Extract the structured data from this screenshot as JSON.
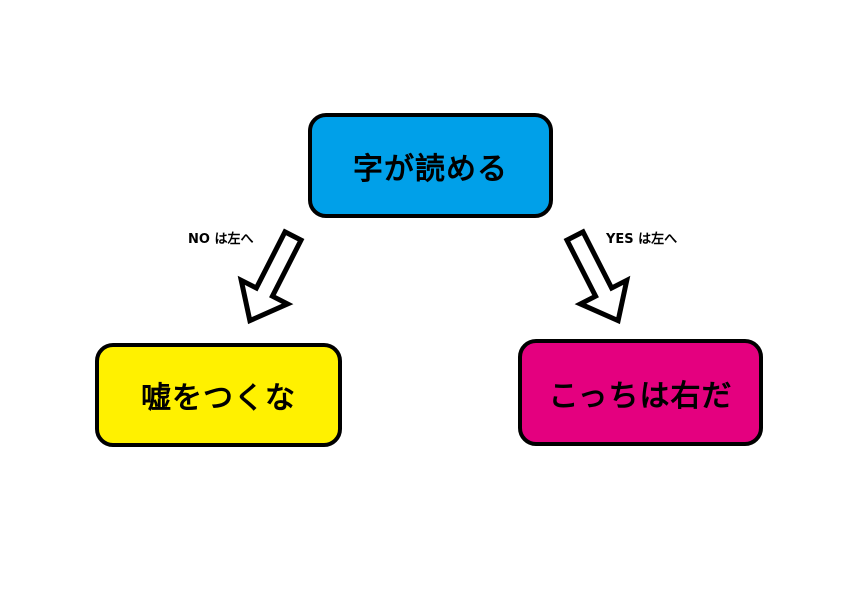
{
  "colors": {
    "root_fill": "#00A0E9",
    "no_fill": "#FFF100",
    "yes_fill": "#E4007F",
    "outline": "#000000",
    "arrow_fill": "#FFFFFF",
    "text": "#000000",
    "background": "#FFFFFF"
  },
  "flowchart": {
    "root": {
      "label": "字が読める"
    },
    "branches": [
      {
        "condition_label": "NO は左へ",
        "direction": "down-left",
        "target": {
          "label": "嘘をつくな"
        }
      },
      {
        "condition_label": "YES は左へ",
        "direction": "down-right",
        "target": {
          "label": "こっちは右だ"
        }
      }
    ]
  }
}
